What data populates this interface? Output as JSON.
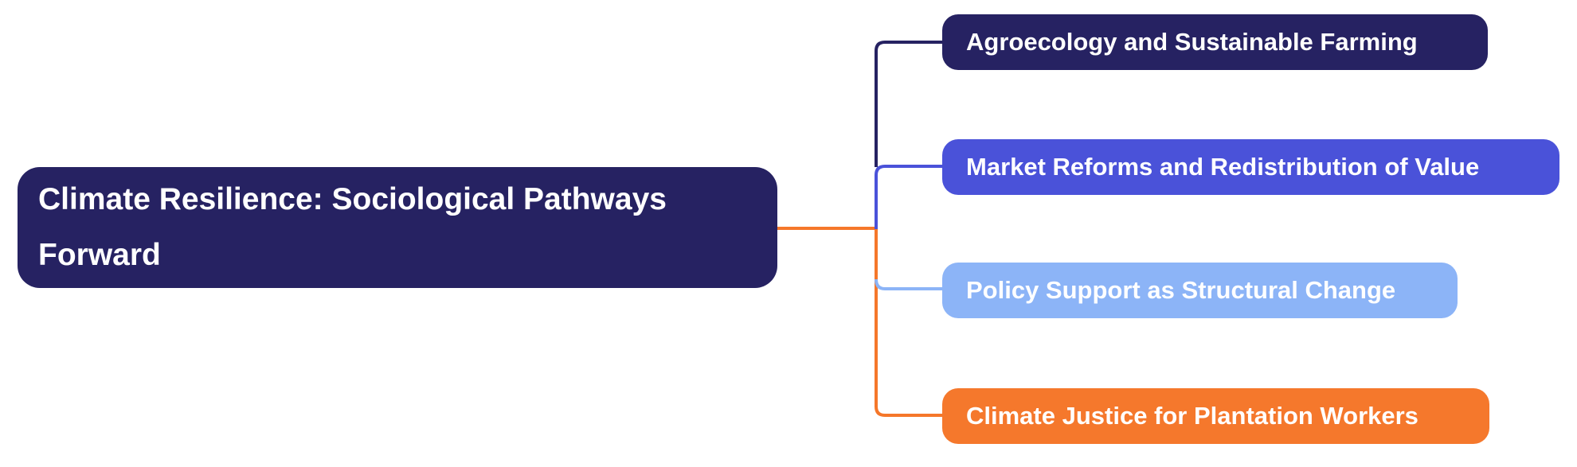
{
  "diagram": {
    "background": "#ffffff",
    "root": {
      "label": "Climate Resilience: Sociological Pathways Forward",
      "bg": "#262262",
      "text_color": "#ffffff"
    },
    "children": [
      {
        "label": "Agroecology and Sustainable Farming",
        "bg": "#262262",
        "text_color": "#ffffff"
      },
      {
        "label": "Market Reforms and Redistribution of Value",
        "bg": "#4a52d9",
        "text_color": "#ffffff"
      },
      {
        "label": "Policy Support as Structural Change",
        "bg": "#8cb4f7",
        "text_color": "#ffffff"
      },
      {
        "label": "Climate Justice for Plantation Workers",
        "bg": "#f5782c",
        "text_color": "#ffffff"
      }
    ],
    "connectors": {
      "branch_agroecology_color": "#262262",
      "branch_market_color": "#4a52d9",
      "branch_policy_color": "#8cb4f7",
      "trunk_and_branch_justice_color": "#f5772a"
    }
  }
}
